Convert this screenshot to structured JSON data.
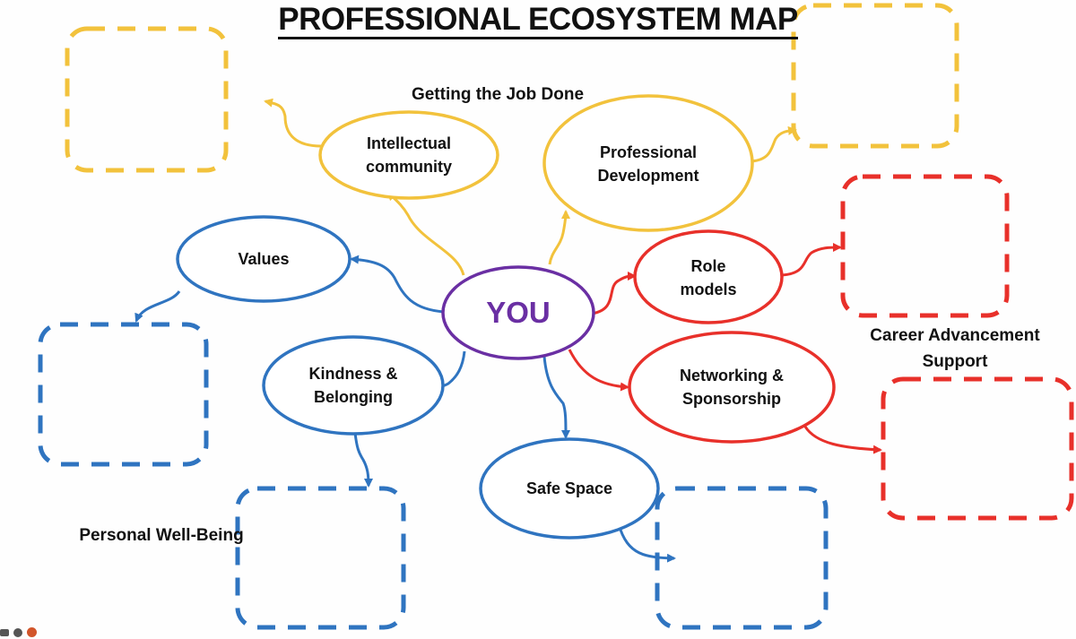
{
  "title": "PROFESSIONAL ECOSYSTEM MAP",
  "colors": {
    "yellow": "#f2c23c",
    "red": "#e8302a",
    "blue": "#2f74c0",
    "purple": "#6a2fa3",
    "text": "#111111"
  },
  "center": {
    "label": "YOU"
  },
  "groups": {
    "getting_job_done": "Getting the Job Done",
    "career_advancement_line1": "Career Advancement",
    "career_advancement_line2": "Support",
    "personal_well_being": "Personal Well-Being"
  },
  "nodes": {
    "intellectual_community": [
      "Intellectual",
      "community"
    ],
    "professional_development": [
      "Professional",
      "Development"
    ],
    "values": [
      "Values"
    ],
    "role_models": [
      "Role",
      "models"
    ],
    "kindness_belonging": [
      "Kindness &",
      "Belonging"
    ],
    "networking_sponsorship": [
      "Networking &",
      "Sponsorship"
    ],
    "safe_space": [
      "Safe Space"
    ]
  },
  "tray_icons": [
    "captions-icon",
    "more-options-icon",
    "user-avatar-icon"
  ]
}
